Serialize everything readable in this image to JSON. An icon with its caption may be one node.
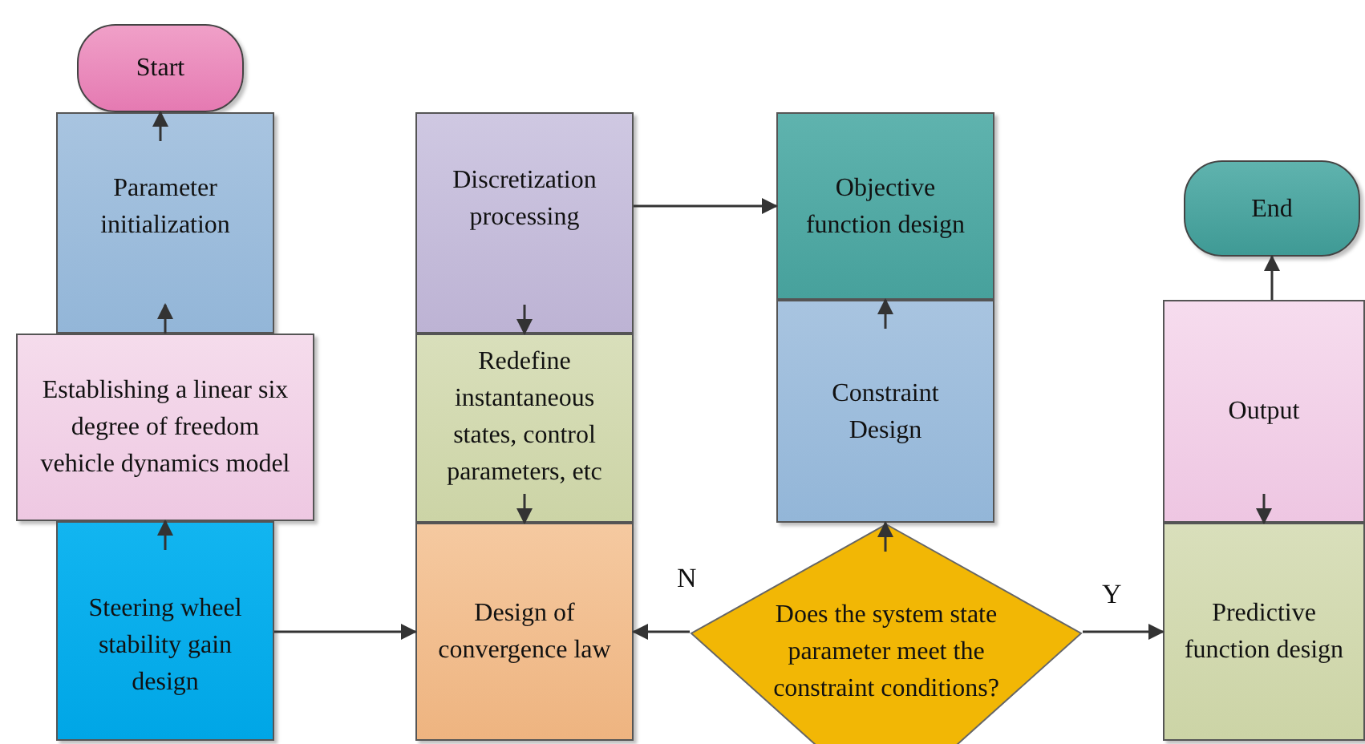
{
  "diagram": {
    "nodes": [
      {
        "text": [
          "Start"
        ]
      },
      {
        "text": [
          "Parameter initialization"
        ]
      },
      {
        "text": [
          "Establishing a linear six degree of freedom vehicle dynamics model"
        ]
      },
      {
        "text": [
          "Steering wheel stability gain design"
        ]
      },
      {
        "text": [
          "Discretization processing"
        ]
      },
      {
        "text": [
          "Redefine instantaneous states, control parameters, etc"
        ]
      },
      {
        "text": [
          "Design of convergence law"
        ]
      },
      {
        "text": [
          "Objective function design"
        ]
      },
      {
        "text": [
          "Constraint Design"
        ]
      },
      {
        "text": [
          "Does the system state parameter meet the constraint conditions?"
        ]
      },
      {
        "text": [
          "End"
        ]
      },
      {
        "text": [
          "Output"
        ]
      },
      {
        "text": [
          "Predictive function design"
        ]
      }
    ],
    "edges": [
      {
        "from": 3,
        "to": 2,
        "arrow": "to"
      },
      {
        "from": 2,
        "to": 1,
        "arrow": "to"
      },
      {
        "from": 1,
        "to": 0,
        "arrow": "to"
      },
      {
        "from": 3,
        "to": 6,
        "arrow": "to"
      },
      {
        "from": 4,
        "to": 5,
        "arrow": "to"
      },
      {
        "from": 5,
        "to": 6,
        "arrow": "to"
      },
      {
        "from": 4,
        "to": 7,
        "arrow": "to"
      },
      {
        "from": 8,
        "to": 7,
        "arrow": "to"
      },
      {
        "from": 9,
        "to": 8,
        "arrow": "to"
      },
      {
        "from": 9,
        "to": 6,
        "arrow": "to",
        "label": "N"
      },
      {
        "from": 9,
        "to": 12,
        "arrow": "to",
        "label": "Y"
      },
      {
        "from": 11,
        "to": 10,
        "arrow": "to"
      },
      {
        "from": 11,
        "to": 12,
        "arrow": "to"
      }
    ]
  }
}
